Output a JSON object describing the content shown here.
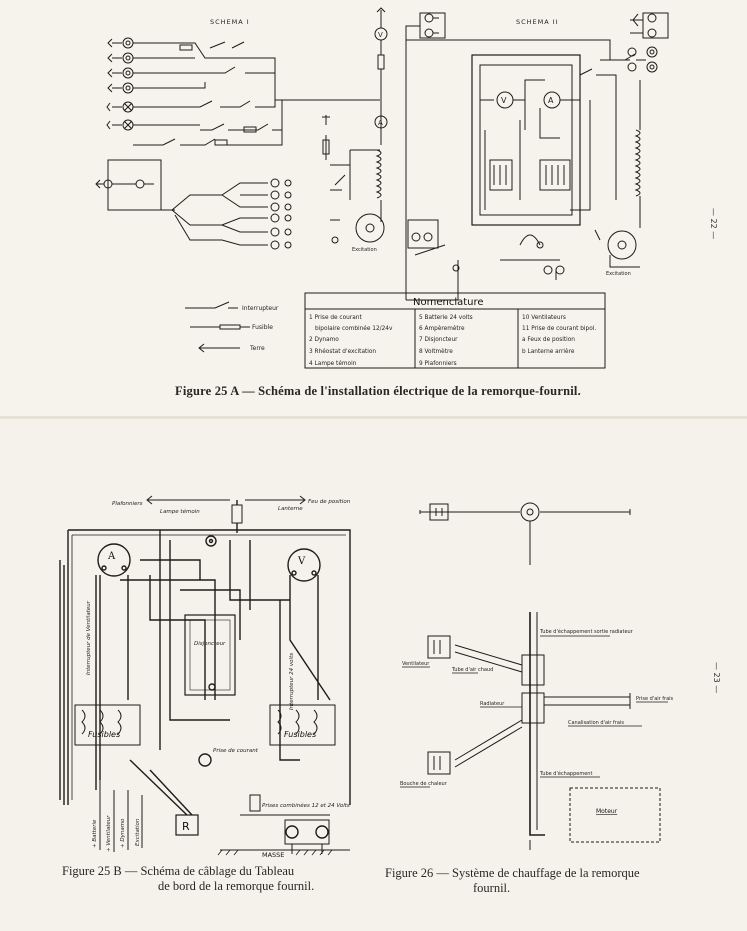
{
  "page_numbers": {
    "upper": "— 22 —",
    "lower": "— 23 —"
  },
  "schema_labels": {
    "left": "SCHEMA I",
    "right": "SCHEMA II"
  },
  "legend_symbols": {
    "interrupteur": "Interrupteur",
    "fusible": "Fusible",
    "terre": "Terre"
  },
  "nomenclature": {
    "title": "Nomenclature",
    "col1": [
      "1 Prise de courant",
      "bipolaire combinée 12/24v",
      "2 Dynamo",
      "3 Rhéostat d'excitation",
      "4 Lampe témoin"
    ],
    "col2": [
      "5 Batterie 24 volts",
      "6 Ampèremètre",
      "7 Disjoncteur",
      "8 Voltmètre",
      "9 Plafonniers"
    ],
    "col3": [
      "10 Ventilateurs",
      "11 Prise de courant bipol.",
      "a Feux de position",
      "b Lanterne arrière"
    ]
  },
  "fig25a_labels": {
    "excitation_left": "Excitation",
    "excitation_right": "Excitation"
  },
  "fig25b_labels": {
    "plafonniers": "Plafonniers",
    "feu_position": "Feu de position",
    "lampe_temoin": "Lampe témoin",
    "lanterne": "Lanterne",
    "disjoncteur": "Disjoncteur",
    "interrupteur_ventilateur": "Interrupteur de Ventilateur",
    "interrupteur_24v": "Interrupteur 24 volts",
    "fusibles_left": "Fusibles",
    "fusibles_right": "Fusibles",
    "prise_courant": "Prise de courant",
    "prises_combinees": "Prises combinées 12 et 24 Volts",
    "masse": "MASSE",
    "batterie": "+ Batterie",
    "ventilateur": "+ Ventilateur",
    "dynamo": "+ Dynamo",
    "excitation": "Excitation",
    "r": "R",
    "a": "A",
    "v": "V"
  },
  "fig26_labels": {
    "tube_echappement_sortie": "Tube d'échappement sortie radiateur",
    "ventilateur": "Ventilateur",
    "tube_air_chaud": "Tube d'air chaud",
    "prise_air_frais": "Prise d'air frais",
    "radiateur": "Radiateur",
    "canalisation_air_frais": "Canalisation d'air frais",
    "bouche_chaleur": "Bouche de chaleur",
    "tube_echappement": "Tube d'échappement",
    "moteur": "Moteur"
  },
  "captions": {
    "fig25a": "Figure 25 A — Schéma de l'installation électrique de la remorque-fournil.",
    "fig25b_l1": "Figure 25 B — Schéma de câblage du Tableau",
    "fig25b_l2": "de bord de la remorque fournil.",
    "fig26_l1": "Figure 26 — Système de chauffage de la remorque",
    "fig26_l2": "fournil."
  },
  "colors": {
    "ink": "#1f1c18",
    "paper": "#f6f3ec"
  }
}
